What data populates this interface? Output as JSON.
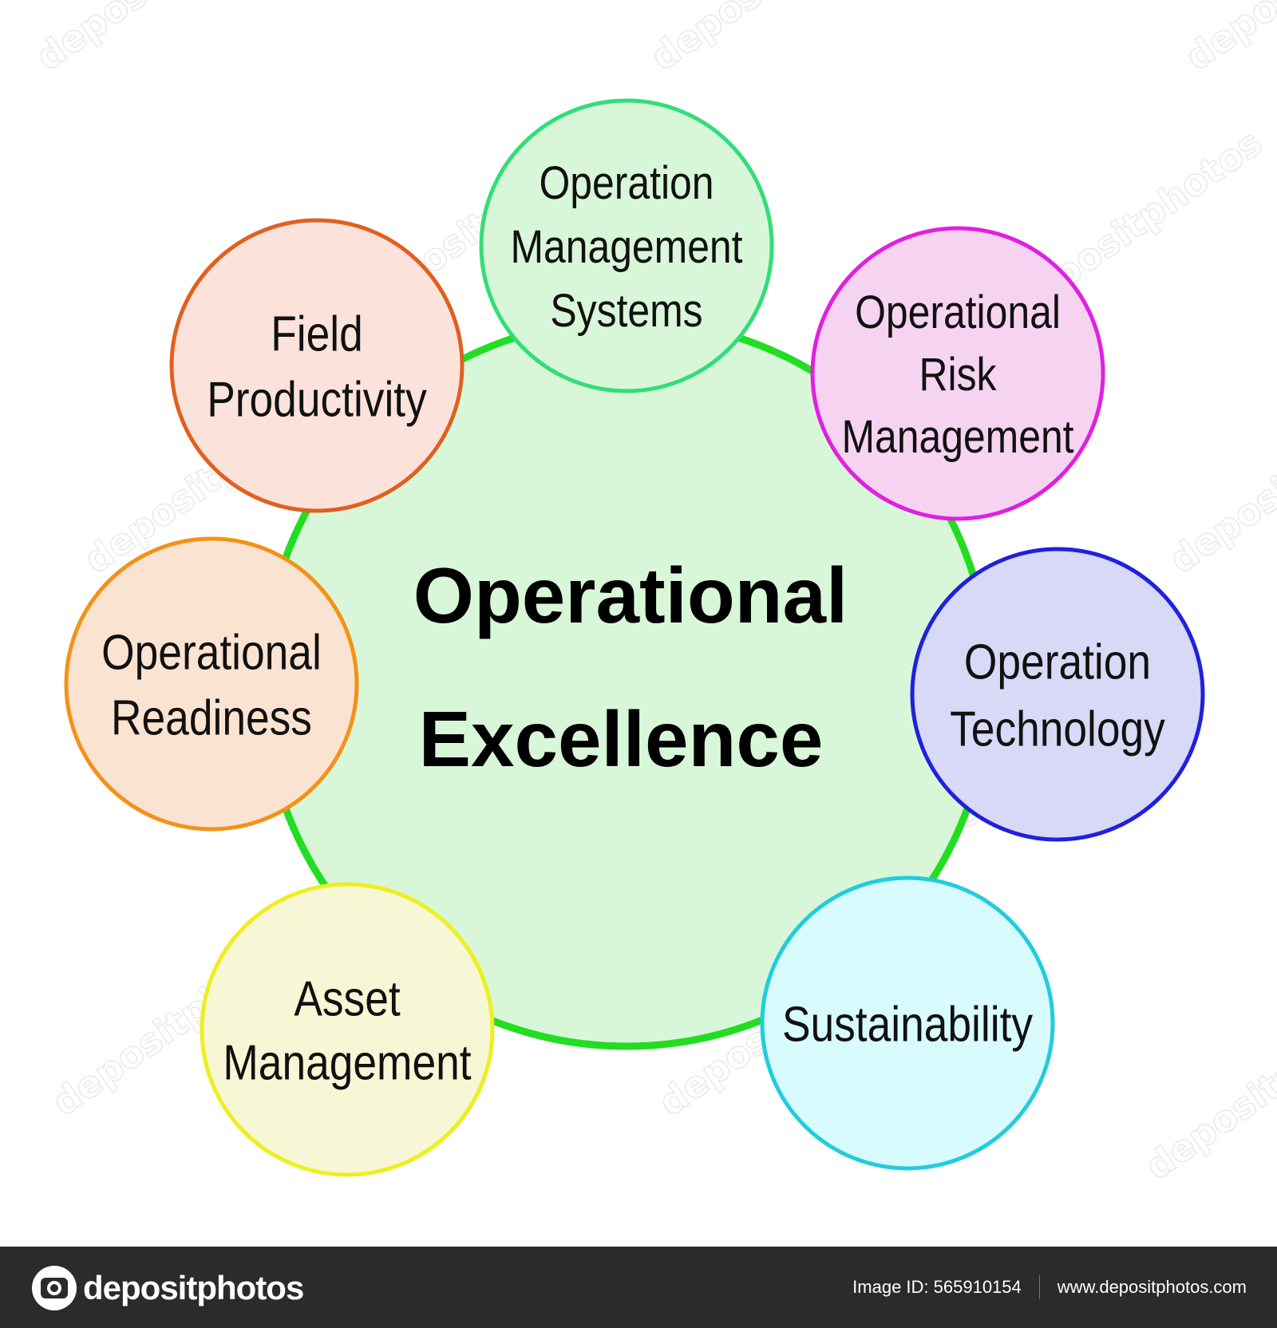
{
  "center": {
    "lines": [
      "Operational",
      "Excellence"
    ],
    "fill": "#d8f7d8",
    "stroke": "#22dd22"
  },
  "nodes": [
    {
      "id": "operation-management-systems",
      "lines": [
        "Operation",
        "Management",
        "Systems"
      ],
      "fill": "#d8f7d8",
      "stroke": "#33dd77"
    },
    {
      "id": "operational-risk-management",
      "lines": [
        "Operational",
        "Risk",
        "Management"
      ],
      "fill": "#f7d3f2",
      "stroke": "#e020e0"
    },
    {
      "id": "operation-technology",
      "lines": [
        "Operation",
        "Technology"
      ],
      "fill": "#d8d8f7",
      "stroke": "#2020dd"
    },
    {
      "id": "sustainability",
      "lines": [
        "Sustainability"
      ],
      "fill": "#d8fbfd",
      "stroke": "#22ccdd"
    },
    {
      "id": "asset-management",
      "lines": [
        "Asset",
        "Management"
      ],
      "fill": "#f7f7d6",
      "stroke": "#eeee22"
    },
    {
      "id": "operational-readiness",
      "lines": [
        "Operational",
        "Readiness"
      ],
      "fill": "#fbe3d2",
      "stroke": "#f39218"
    },
    {
      "id": "field-productivity",
      "lines": [
        "Field",
        "Productivity"
      ],
      "fill": "#fbe3dc",
      "stroke": "#e06020"
    }
  ],
  "watermark": {
    "text": "depositphotos"
  },
  "footer": {
    "brand": "depositphotos",
    "image_id": "Image ID: 565910154",
    "url": "www.depositphotos.com"
  }
}
